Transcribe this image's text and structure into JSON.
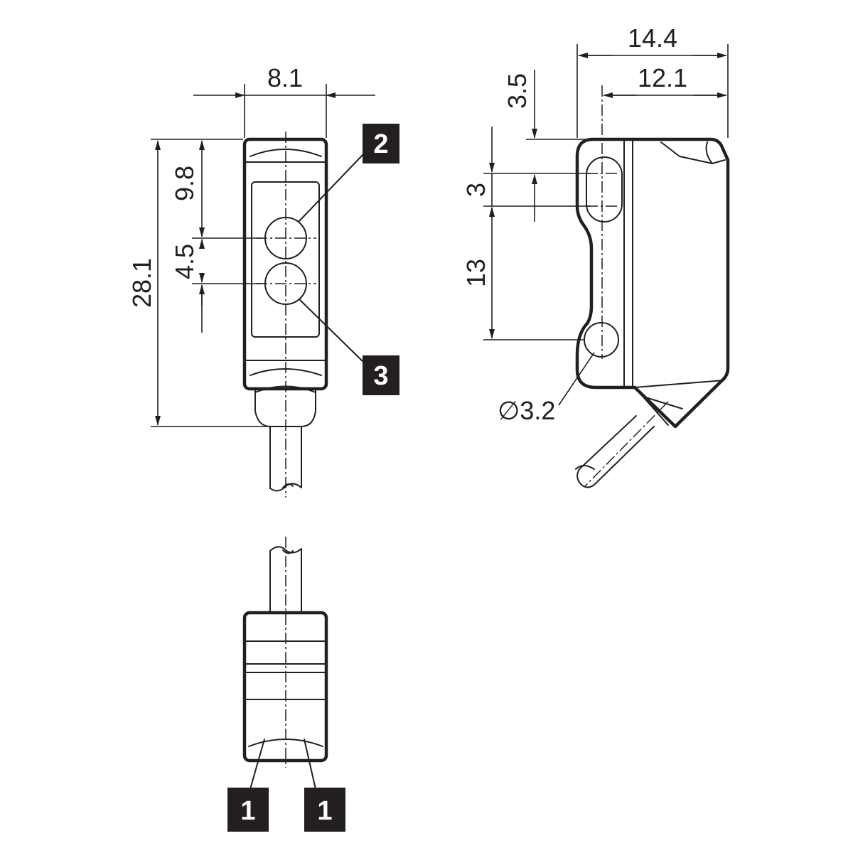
{
  "dimensions": {
    "width_front": "8.1",
    "top_to_lens": "9.8",
    "lens_pitch": "4.5",
    "overall_length": "28.1",
    "depth_total": "14.4",
    "depth_to_hole": "12.1",
    "slot_offset": "3.5",
    "slot_length": "3",
    "hole_spacing": "13",
    "hole_diameter": "∅3.2"
  },
  "callouts": {
    "emitter": "2",
    "receiver": "3",
    "led_left": "1",
    "led_right": "1"
  }
}
